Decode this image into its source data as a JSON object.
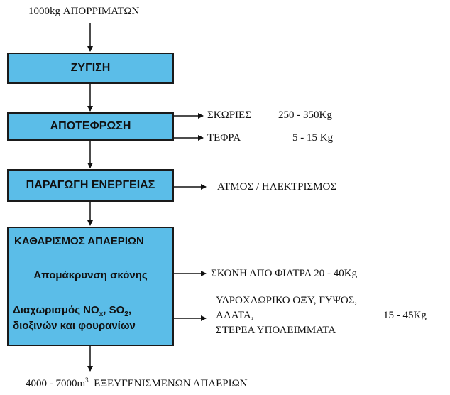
{
  "input_label": "1000kg ΑΠΟΡΡΙΜΑΤΩΝ",
  "boxes": {
    "weighing": "ΖΥΓΙΣΗ",
    "incineration": "ΑΠΟΤΕΦΡΩΣΗ",
    "energy": "ΠΑΡΑΓΩΓΗ ΕΝΕΡΓΕΙΑΣ",
    "cleaning": {
      "title": "ΚΑΘΑΡΙΣΜΟΣ ΑΠΑΕΡΙΩΝ",
      "dust": "Απομάκρυνση σκόνης",
      "separation_line1_a": "Διαχωρισμός NO",
      "separation_line1_sub1": "x",
      "separation_line1_b": ", SO",
      "separation_line1_sub2": "2",
      "separation_line1_c": ",",
      "separation_line2": "διοξινών και φουρανίων"
    }
  },
  "outputs": {
    "slag_name": "ΣΚΩΡΙΕΣ",
    "slag_amount": "250 - 350Kg",
    "ash_name": "ΤΕΦΡΑ",
    "ash_amount": "5 - 15 Kg",
    "steam": "ΑΤΜΟΣ / ΗΛΕΚΤΡΙΣΜΟΣ",
    "filter_dust": "ΣΚΟΝΗ ΑΠΟ ΦΙΛΤΡΑ 20 - 40Kg",
    "residues_line1": "ΥΔΡΟΧΛΩΡΙΚΟ ΟΞΥ, ΓΥΨΟΣ,",
    "residues_line2": "ΑΛΑΤΑ,",
    "residues_line3": "ΣΤΕΡΕΑ ΥΠΟΛΕΙΜΜΑΤΑ",
    "residues_amount": "15 - 45Kg"
  },
  "final_output": {
    "amount": "4000 - 7000m",
    "unit_sup": "3",
    "label": "ΕΞΕΥΓΕΝΙΣΜΕΝΩΝ ΑΠΑΕΡΙΩΝ"
  }
}
